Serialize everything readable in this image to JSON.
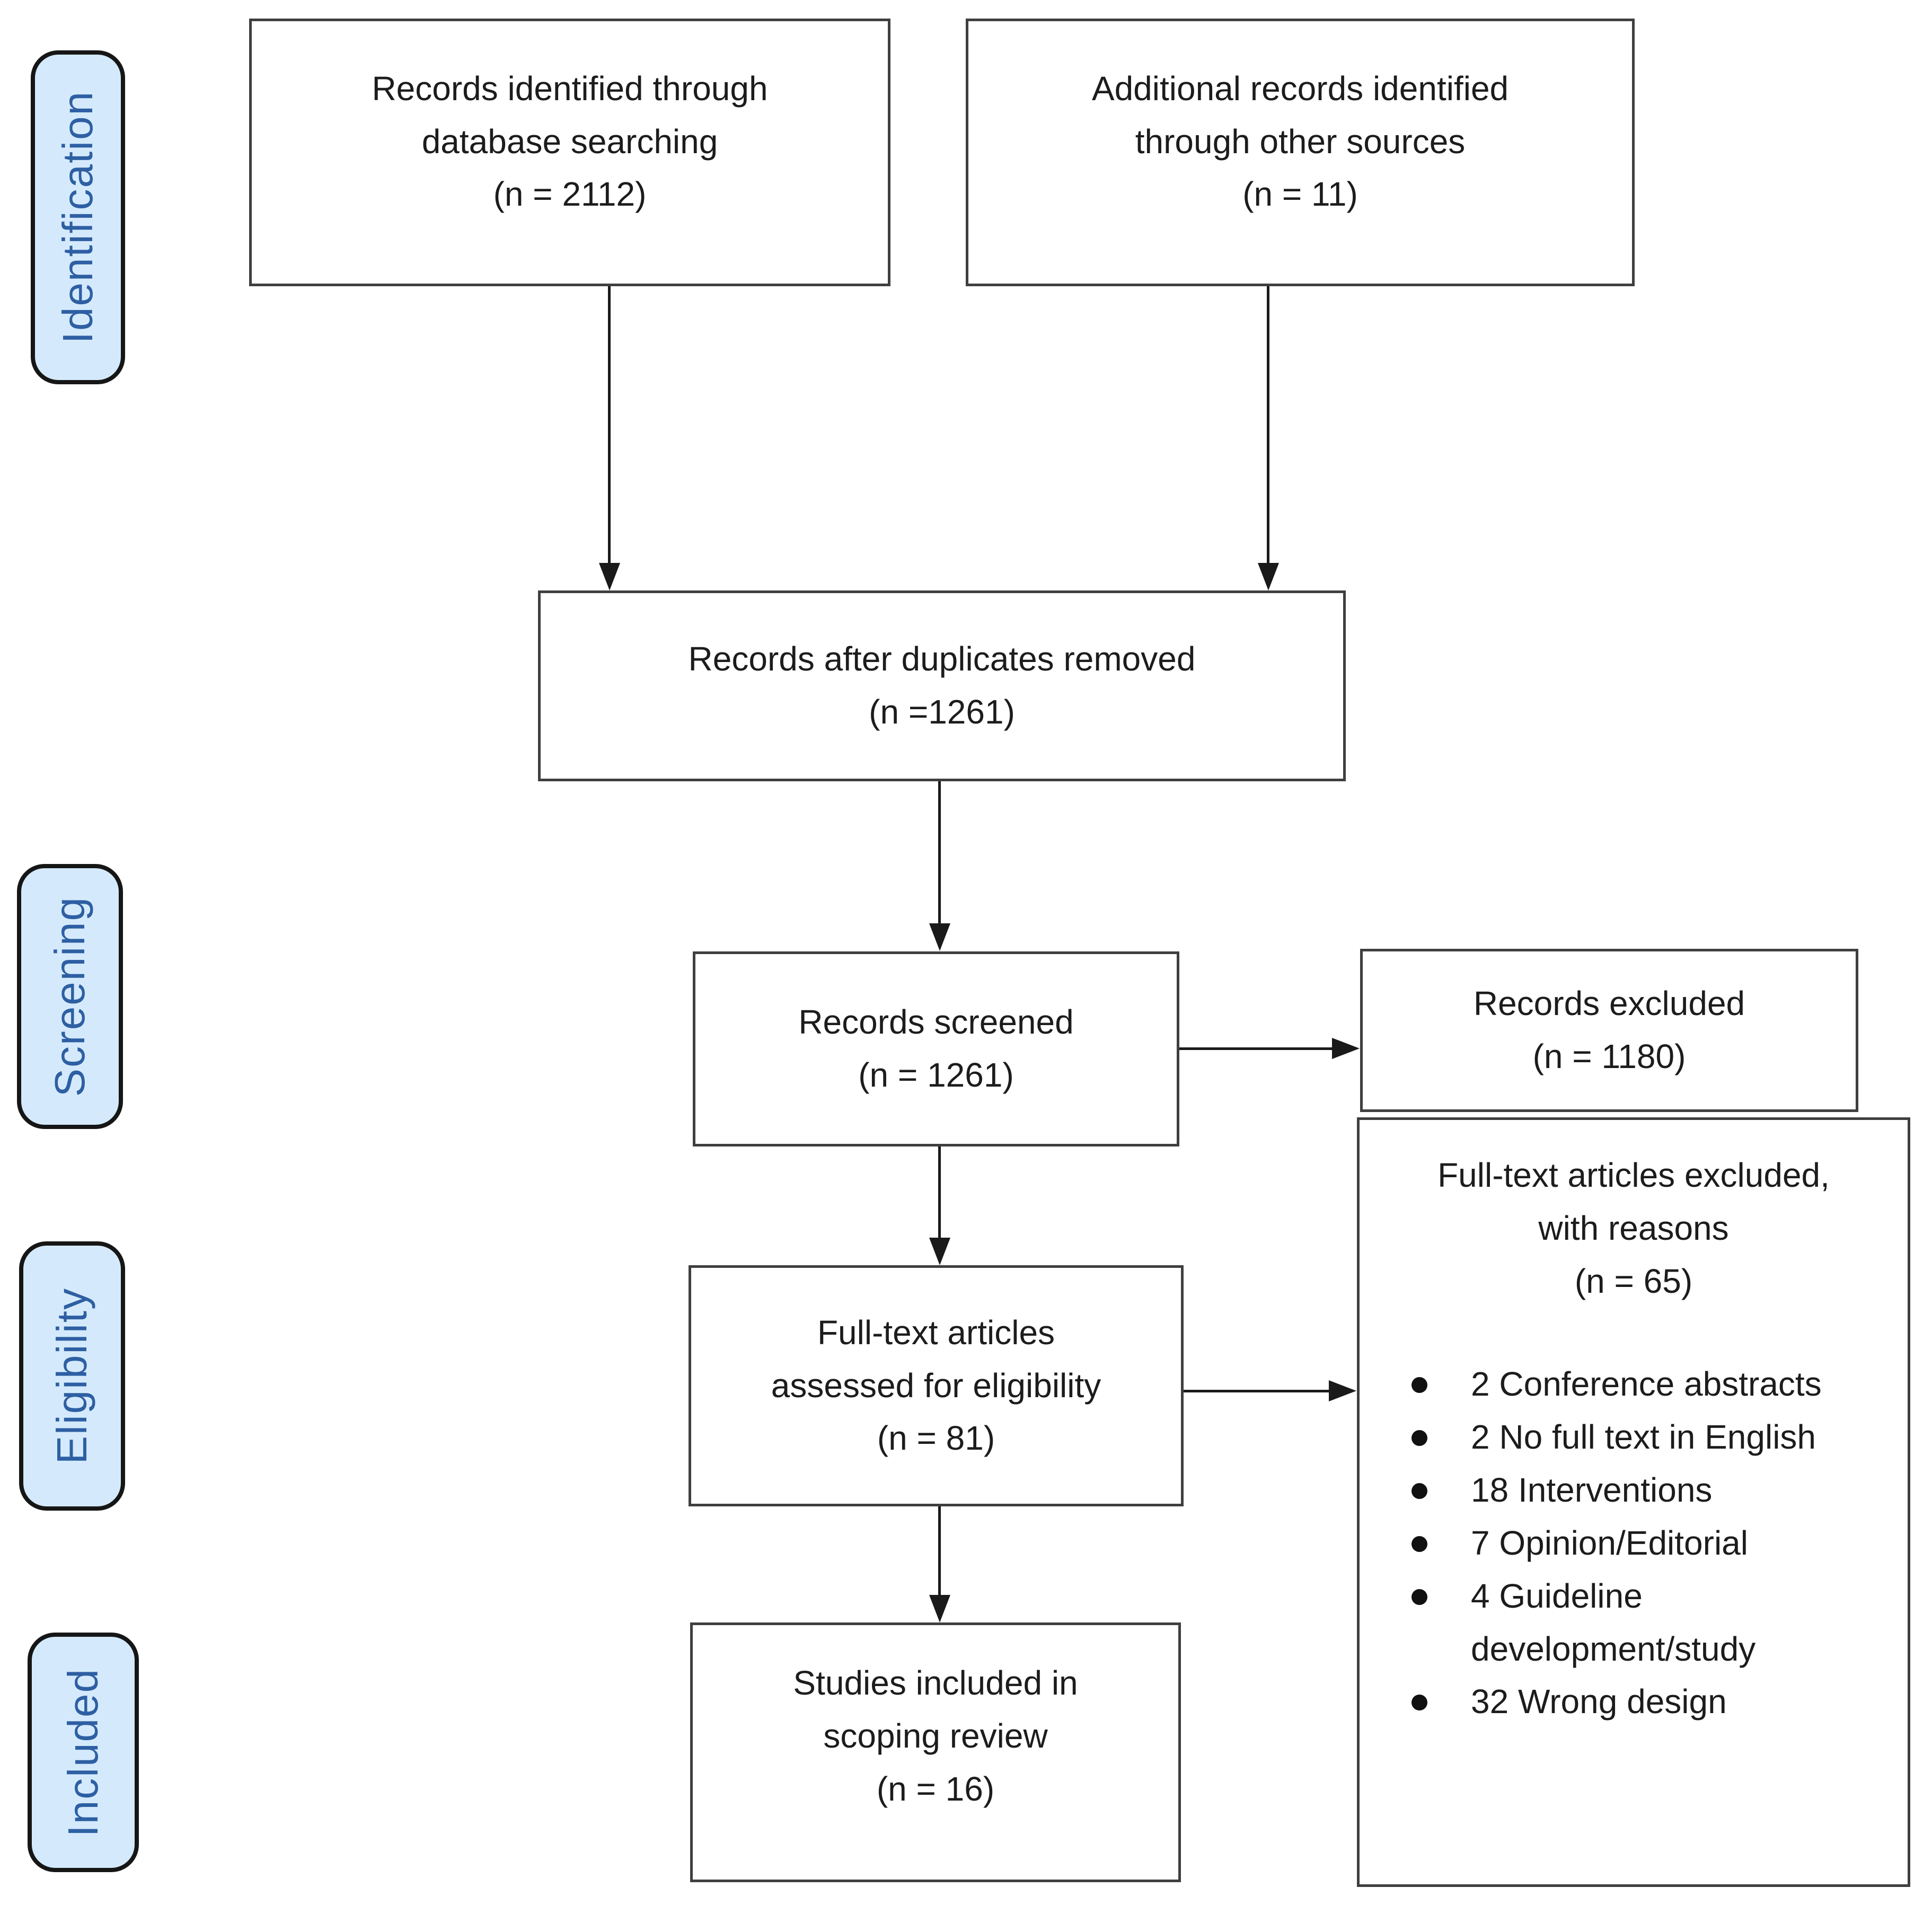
{
  "diagram": {
    "title": "PRISMA flow diagram",
    "colors": {
      "stage_fill": "#d4eafc",
      "stage_text": "#2e5fa3",
      "box_border": "#3f3f3f",
      "text": "#1c1c1c",
      "arrow": "#1a1a1a"
    },
    "stages": {
      "identification": "Identification",
      "screening": "Screening",
      "eligibility": "Eligibility",
      "included": "Included"
    },
    "boxes": {
      "records_identified": "Records identified through\ndatabase searching\n(n = 2112)",
      "additional_records": "Additional records identified\nthrough other sources\n(n = 11)",
      "duplicates_removed": "Records after duplicates removed\n(n =1261)",
      "records_screened": "Records screened\n(n = 1261)",
      "records_excluded": "Records excluded\n(n = 1180)",
      "fulltext_assessed": "Full-text articles\nassessed for eligibility\n(n = 81)",
      "studies_included": "Studies included in\nscoping review\n(n = 16)"
    },
    "exclusion_panel": {
      "title": "Full-text articles excluded,\nwith reasons\n(n = 65)",
      "reasons": [
        "2 Conference abstracts",
        "2 No full text in English",
        "18 Interventions",
        "7 Opinion/Editorial",
        "4 Guideline development/study",
        "32 Wrong design"
      ]
    }
  }
}
